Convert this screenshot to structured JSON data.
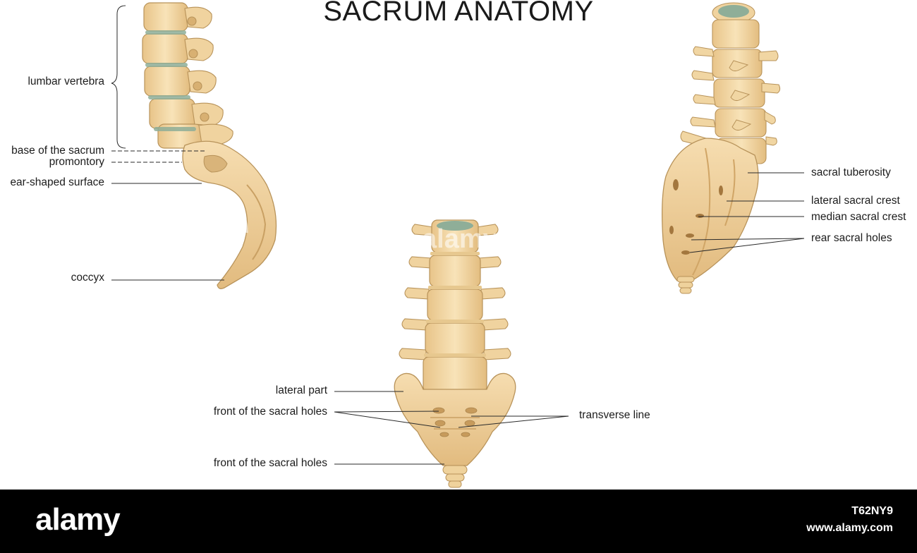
{
  "title": "SACRUM ANATOMY",
  "labels": {
    "lumbar_vertebra": "lumbar vertebra",
    "base_of_sacrum": "base of the sacrum",
    "promontory": "promontory",
    "ear_shaped_surface": "ear-shaped surface",
    "coccyx": "coccyx",
    "lateral_part": "lateral part",
    "front_sacral_holes_upper": "front of the sacral holes",
    "front_sacral_holes_lower": "front of the sacral holes",
    "transverse_line": "transverse line",
    "sacral_tuberosity": "sacral tuberosity",
    "lateral_sacral_crest": "lateral sacral crest",
    "median_sacral_crest": "median sacral crest",
    "rear_sacral_holes": "rear sacral holes"
  },
  "watermark": {
    "text": "alamy"
  },
  "footer": {
    "brand": "alamy",
    "image_code": "T62NY9",
    "url": "www.alamy.com"
  },
  "colors": {
    "bone": "#f3d9a8",
    "bone_shade": "#d9b47a",
    "bone_outline": "#b8935a",
    "disc": "#7fa08c",
    "footer_bg": "#000000"
  }
}
